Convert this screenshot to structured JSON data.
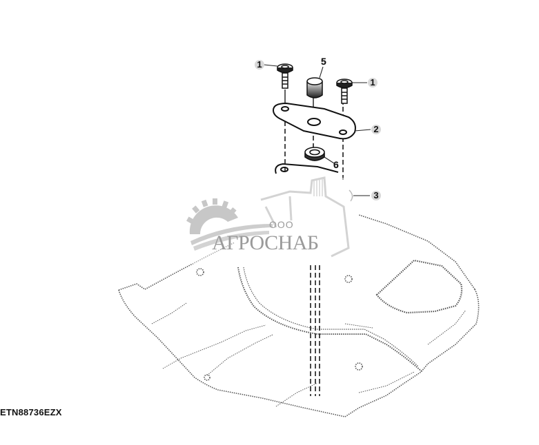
{
  "diagram": {
    "type": "exploded-parts-view",
    "figure_id": "ETN88736EZX",
    "callouts": [
      {
        "id": "callout-1a",
        "label": "1",
        "part": "bolt (left)"
      },
      {
        "id": "callout-5",
        "label": "5",
        "part": "plug / cap"
      },
      {
        "id": "callout-1b",
        "label": "1",
        "part": "bolt (right)"
      },
      {
        "id": "callout-2",
        "label": "2",
        "part": "flange plate"
      },
      {
        "id": "callout-6",
        "label": "6",
        "part": "grommet / seal"
      },
      {
        "id": "callout-3",
        "label": "3",
        "part": "gasket"
      }
    ],
    "colors": {
      "line": "#1a1a1a",
      "dotted_outline": "#555555",
      "callout_fill": "#d8d8d8",
      "watermark": "#9a9a9a"
    }
  },
  "watermark": {
    "prefix": "ООО",
    "name": "АГРОСНАБ"
  }
}
